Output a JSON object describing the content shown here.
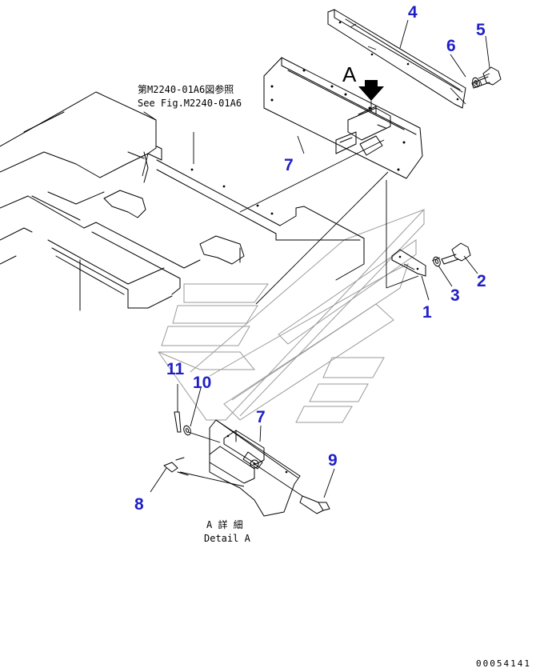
{
  "callouts": {
    "c1": "1",
    "c2": "2",
    "c3": "3",
    "c4": "4",
    "c5": "5",
    "c6": "6",
    "c7a": "7",
    "c7b": "7",
    "c8": "8",
    "c9": "9",
    "c10": "10",
    "c11": "11"
  },
  "reference_note": {
    "jp": "第M2240-01A6図参照",
    "en": "See Fig.M2240-01A6"
  },
  "view_label": "A",
  "detail_label": {
    "jp": "A 詳 細",
    "en": "Detail A"
  },
  "drawing_code": "00054141",
  "colors": {
    "callout": "#1f1fc8",
    "line": "#000000",
    "watermark": "#9a9a9a"
  },
  "icons": {
    "view_arrow": "down-arrow-icon"
  }
}
